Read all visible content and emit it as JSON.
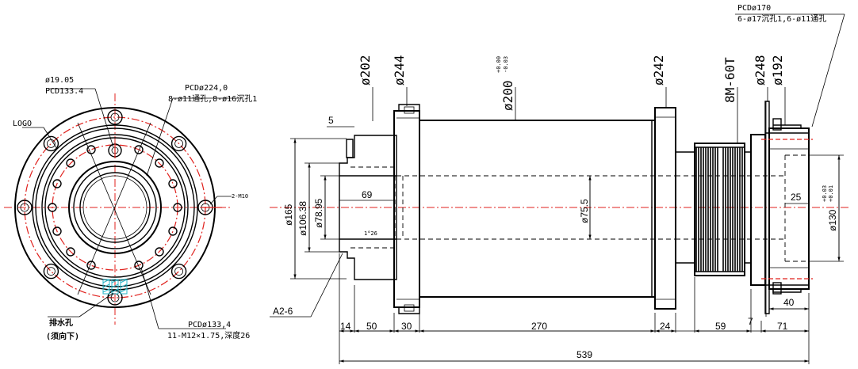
{
  "front_view": {
    "callout_d19": "ø19.05",
    "callout_pcd133_top": "PCD133.4",
    "logo": "LOGO",
    "pcd224_line1": "PCDø224,0",
    "pcd224_line2": "8-ø11通孔,8-ø16沉孔1",
    "thread_m10": "2-M10",
    "drain_line1": "排水孔",
    "drain_line2": "(须向下)",
    "pcd133_bottom_line1": "PCDø133,4",
    "pcd133_bottom_line2": "11-M12×1.75,深度26"
  },
  "side_view": {
    "d202": "ø202",
    "d244": "ø244",
    "d200": "ø200",
    "d200_tol_up": "+0.00",
    "d200_tol_dn": "-0.03",
    "d242": "ø242",
    "belt": "8M-60T",
    "d248": "ø248",
    "d192": "ø192",
    "pcd170": "PCDø170",
    "holes170": "6-ø17沉孔1,6-ø11通孔",
    "dim5": "5",
    "d165": "ø165",
    "d106": "ø106.38",
    "d78": "ø78.95",
    "dim69": "69",
    "d75": "ø75.5",
    "d130": "ø130",
    "d130_tol_up": "+0.03",
    "d130_tol_dn": "+0.01",
    "dim25": "25",
    "dim40": "40",
    "angle_note": "1°26",
    "a2": "A2-6",
    "dim14": "14",
    "dim50": "50",
    "dim30": "30",
    "dim270": "270",
    "dim24": "24",
    "dim59": "59",
    "dim7": "7",
    "dim71": "71",
    "dim539": "539"
  },
  "colors": {
    "line": "#000000",
    "center": "#e0201c"
  }
}
